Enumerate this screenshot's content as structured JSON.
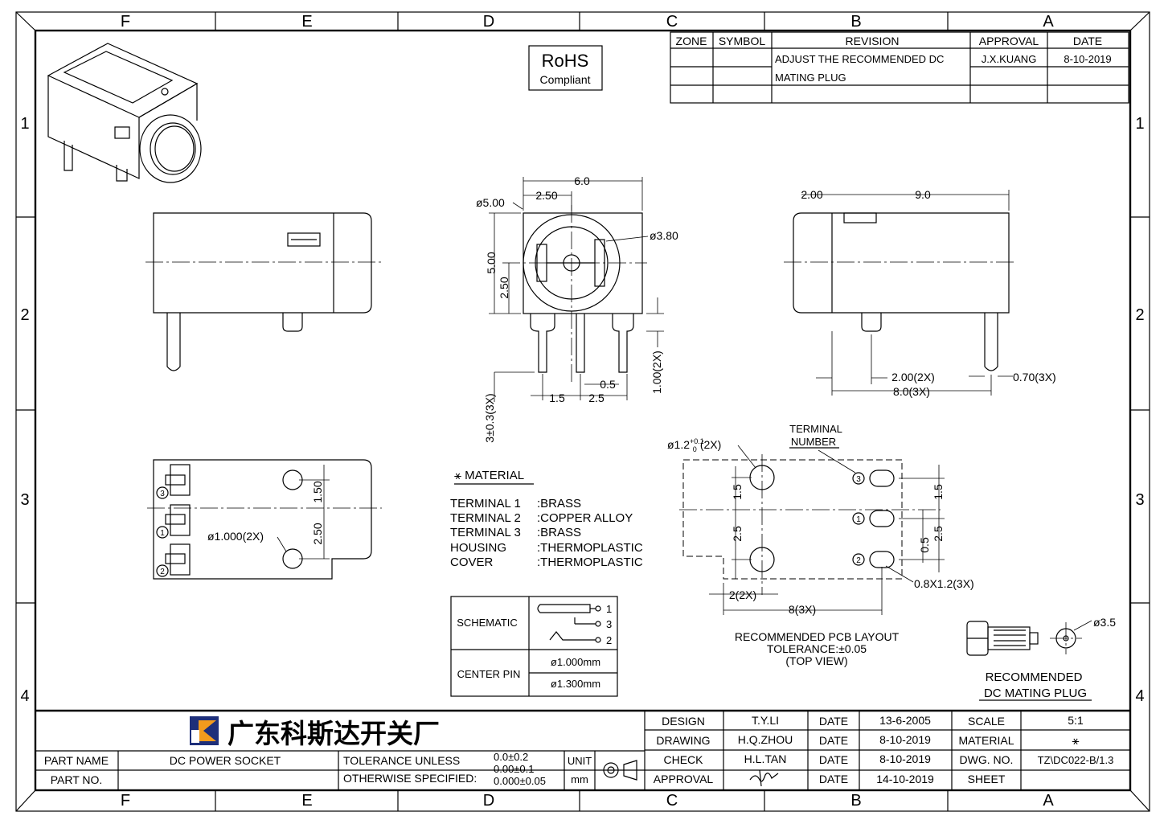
{
  "frame": {
    "columns": [
      "F",
      "E",
      "D",
      "C",
      "B",
      "A"
    ],
    "rows": [
      "1",
      "2",
      "3",
      "4"
    ]
  },
  "rohs": {
    "line1": "RoHS",
    "line2": "Compliant"
  },
  "revision_table": {
    "headers": [
      "ZONE",
      "SYMBOL",
      "REVISION",
      "APPROVAL",
      "DATE"
    ],
    "row1": {
      "revision": "ADJUST THE RECOMMENDED DC",
      "approval": "J.X.KUANG",
      "date": "8-10-2019"
    },
    "row2": {
      "revision": "MATING PLUG"
    }
  },
  "front_view_dims": {
    "width": "6.0",
    "left_offset": "2.50",
    "outer_dia": "ø5.00",
    "inner_dia": "ø3.80",
    "height": "5.00",
    "half_height": "2.50",
    "pin_len": "3±0.3(3X)",
    "pin_gap_a": "1.5",
    "pin_gap_b": "2.5",
    "pin_w": "0.5",
    "pin_stub": "1.00(2X)"
  },
  "right_view_dims": {
    "offset": "2.00",
    "body": "9.0",
    "pitch": "2.00(2X)",
    "span": "8.0(3X)",
    "pin_dia": "0.70(3X)"
  },
  "bottom_view_dims": {
    "hole": "ø1.000(2X)",
    "p1": "1.50",
    "p2": "2.50",
    "markers": [
      "3",
      "1",
      "2"
    ]
  },
  "material": {
    "title": "⚹ MATERIAL",
    "items": [
      {
        "part": "TERMINAL 1",
        "mat": ":BRASS"
      },
      {
        "part": "TERMINAL 2",
        "mat": ":COPPER ALLOY"
      },
      {
        "part": "TERMINAL 3",
        "mat": ":BRASS"
      },
      {
        "part": "HOUSING",
        "mat": ":THERMOPLASTIC"
      },
      {
        "part": "COVER",
        "mat": ":THERMOPLASTIC"
      }
    ]
  },
  "schematic": {
    "label": "SCHEMATIC",
    "pins": [
      "1",
      "3",
      "2"
    ],
    "center_label": "CENTER PIN",
    "center_values": [
      "ø1.000mm",
      "ø1.300mm"
    ]
  },
  "pcb": {
    "terminal_label_1": "TERMINAL",
    "terminal_label_2": "NUMBER",
    "hole": "ø1.2",
    "hole_tol_up": "+0.1",
    "hole_tol_dn": "0",
    "hole_count": "(2X)",
    "d1": "1.5",
    "d2": "2.5",
    "d3": "1.5",
    "d4": "0.5",
    "d5": "2.5",
    "slot": "0.8X1.2(3X)",
    "x1": "2(2X)",
    "x2": "8(3X)",
    "title": "RECOMMENDED PCB LAYOUT",
    "tolerance": "TOLERANCE:±0.05",
    "view": "(TOP VIEW)",
    "markers": [
      "3",
      "1",
      "2"
    ]
  },
  "plug": {
    "dia": "ø3.5",
    "title1": "RECOMMENDED",
    "title2": "DC MATING PLUG"
  },
  "title_block": {
    "company": "广东科斯达开关厂",
    "part_name_label": "PART NAME",
    "part_name": "DC POWER SOCKET",
    "part_no_label": "PART NO.",
    "part_no": "",
    "tol_label1": "TOLERANCE UNLESS",
    "tol_label2": "OTHERWISE SPECIFIED:",
    "tol1": "0.0±0.2",
    "tol2": "0.00±0.1",
    "tol3": "0.000±0.05",
    "unit_label": "UNIT",
    "unit": "mm",
    "design_label": "DESIGN",
    "design": "T.Y.LI",
    "design_date": "13-6-2005",
    "drawing_label": "DRAWING",
    "drawing": "H.Q.ZHOU",
    "drawing_date": "8-10-2019",
    "check_label": "CHECK",
    "check": "H.L.TAN",
    "check_date": "8-10-2019",
    "approval_label": "APPROVAL",
    "approval_date": "14-10-2019",
    "date_label": "DATE",
    "scale_label": "SCALE",
    "scale": "5:1",
    "material_label": "MATERIAL",
    "material": "⚹",
    "dwg_label": "DWG. NO.",
    "dwg": "TZ\\DC022-B/1.3",
    "sheet_label": "SHEET"
  }
}
